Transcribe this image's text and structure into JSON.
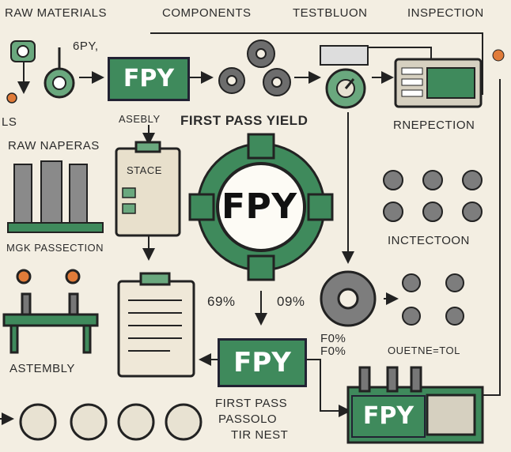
{
  "labels": {
    "top_raw_materials": "RAW MATERIALS",
    "top_components": "COMPONENTS",
    "top_testbluon": "TESTBLUON",
    "top_inspection": "INSPECTION",
    "small_fpy": "6PY,",
    "ls": "LS",
    "asebly": "ASEBLY",
    "first_pass_yield": "FIRST PASS YIELD",
    "rnepection": "RNEPECTION",
    "raw_naperas": "RAW NAPERAS",
    "stace": "STACE",
    "mgk_passection": "MGK PASSECTION",
    "inctectoon": "INCTECTOON",
    "pct_left": "69%",
    "pct_right": "09%",
    "fo_pct_top": "F0%",
    "fo_pct_bottom": "F0%",
    "oue_tol": "OUETNE=TOL",
    "astembly": "ASTEMBLY",
    "first_pass": "FIRST PASS",
    "passolo": "PASSOLO",
    "tir_nest": "TIR NEST"
  },
  "badges": {
    "fpy_top": "FPY",
    "fpy_center": "FPY",
    "fpy_mid": "FPY",
    "fpy_bottom": "FPY"
  },
  "colors": {
    "green": "#3f8a5c",
    "dark": "#2a2f36",
    "orange": "#e07b39",
    "background": "#f3eee2"
  }
}
